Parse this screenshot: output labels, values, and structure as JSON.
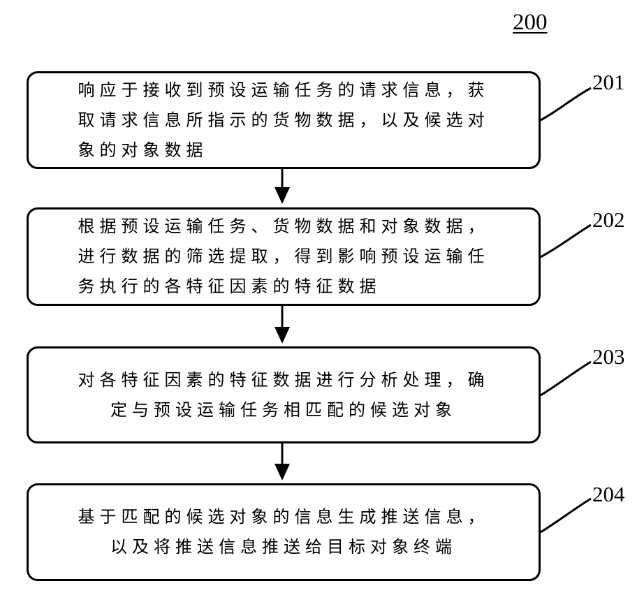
{
  "figure_number": "200",
  "steps": [
    {
      "id": "201",
      "text": "响应于接收到预设运输任务的请求信息，获\n取请求信息所指示的货物数据，以及候选对\n象的对象数据"
    },
    {
      "id": "202",
      "text": "根据预设运输任务、货物数据和对象数据，\n进行数据的筛选提取，得到影响预设运输任\n务执行的各特征因素的特征数据"
    },
    {
      "id": "203",
      "text": "对各特征因素的特征数据进行分析处理，确\n定与预设运输任务相匹配的候选对象"
    },
    {
      "id": "204",
      "text": "基于匹配的候选对象的信息生成推送信息，\n以及将推送信息推送给目标对象终端"
    }
  ]
}
